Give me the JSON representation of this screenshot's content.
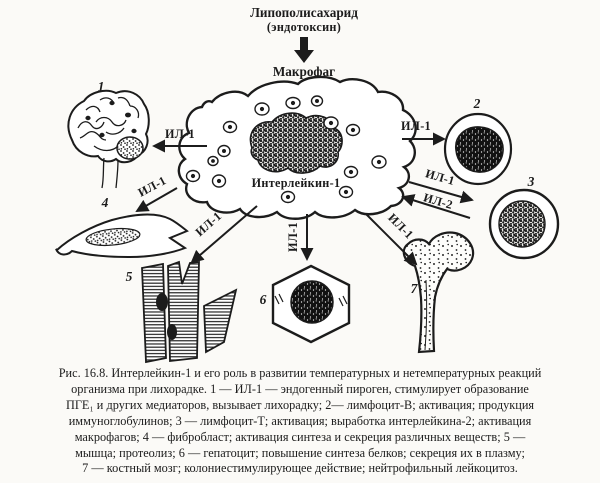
{
  "figure": {
    "top": {
      "stimulus_line1": "Липополисахарид",
      "stimulus_line2": "(эндотоксин)",
      "macrophage": "Макрофаг"
    },
    "cell_label": "Интерлейкин-1",
    "arrow_labels": {
      "il1": "ИЛ-1",
      "il2": "ИЛ-2"
    },
    "numbers": {
      "n1": "1",
      "n2": "2",
      "n3": "3",
      "n4": "4",
      "n5": "5",
      "n6": "6",
      "n7": "7"
    }
  },
  "caption": {
    "lines": [
      "Рис. 16.8. Интерлейкин-1 и его роль в развитии температурных и нетемпературных реакций",
      "организма при лихорадке. 1 — ИЛ-1 — эндогенный пироген, стимулирует образование",
      "ПГЕ₁ и других медиаторов, вызывает лихорадку; 2— лимфоцит-В; активация; продукция",
      "иммуноглобулинов; 3 — лимфоцит-Т; активация; выработка интерлейкина-2; активация",
      "макрофагов; 4 — фибробласт; активация синтеза и секреция различных веществ; 5 —",
      "мышца; протеолиз; 6 — гепатоцит; повышение синтеза белков; секреция их в плазму;",
      "7 — костный мозг; колониестимулирующее действие; нейтрофильный лейкоцитоз."
    ]
  },
  "colors": {
    "ink": "#1c1c1c",
    "paper": "#fbfaf7"
  }
}
